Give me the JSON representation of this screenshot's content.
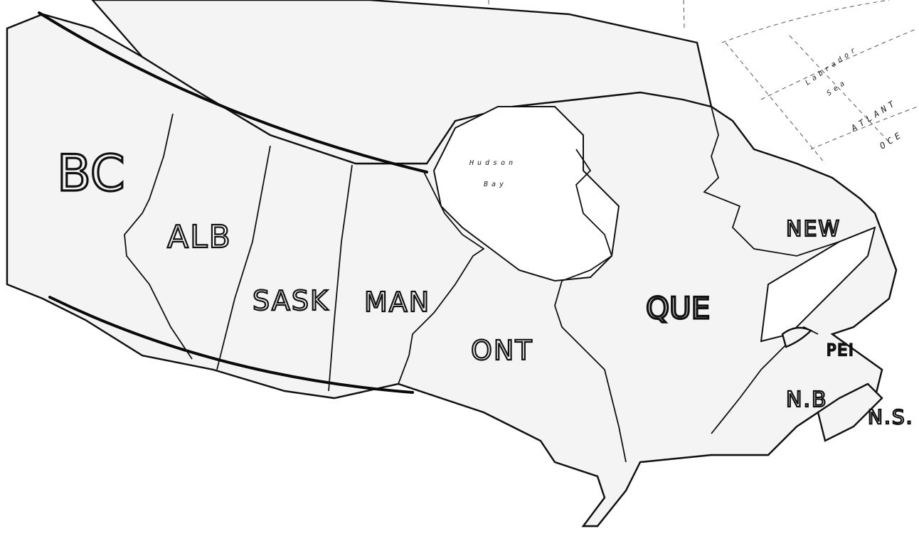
{
  "map": {
    "labels": {
      "bc": "BC",
      "alb": "ALB",
      "sask": "SASK",
      "man": "MAN",
      "ont": "ONT",
      "que": "QUE",
      "new": "NEW",
      "pei": "PEI",
      "nb": "N.B",
      "ns": "N.S."
    },
    "water_labels": {
      "hudson": "Hudson",
      "bay": "Bay",
      "labrador": "Labrador",
      "sea": "Sea",
      "atlantic": "ATLANT",
      "ocean": "OCE"
    }
  }
}
